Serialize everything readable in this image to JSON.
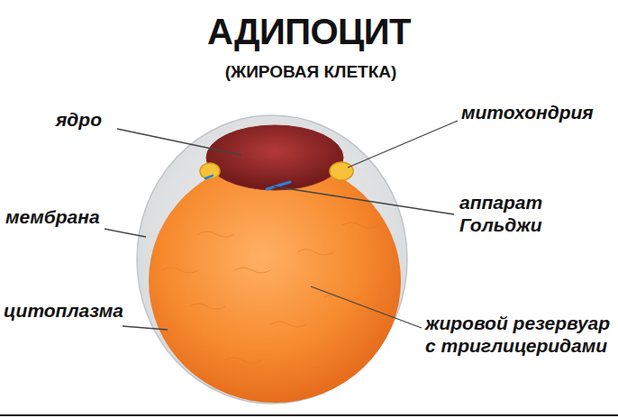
{
  "diagram": {
    "title": "АДИПОЦИТ",
    "labels": [
      "(ЖИРОВАЯ КЛЕТКА)",
      "ядро",
      "митохондрия",
      "мембрана",
      "аппарат Гольджи",
      "цитоплазма",
      "жировой резервуар с триглицеридами"
    ]
  }
}
